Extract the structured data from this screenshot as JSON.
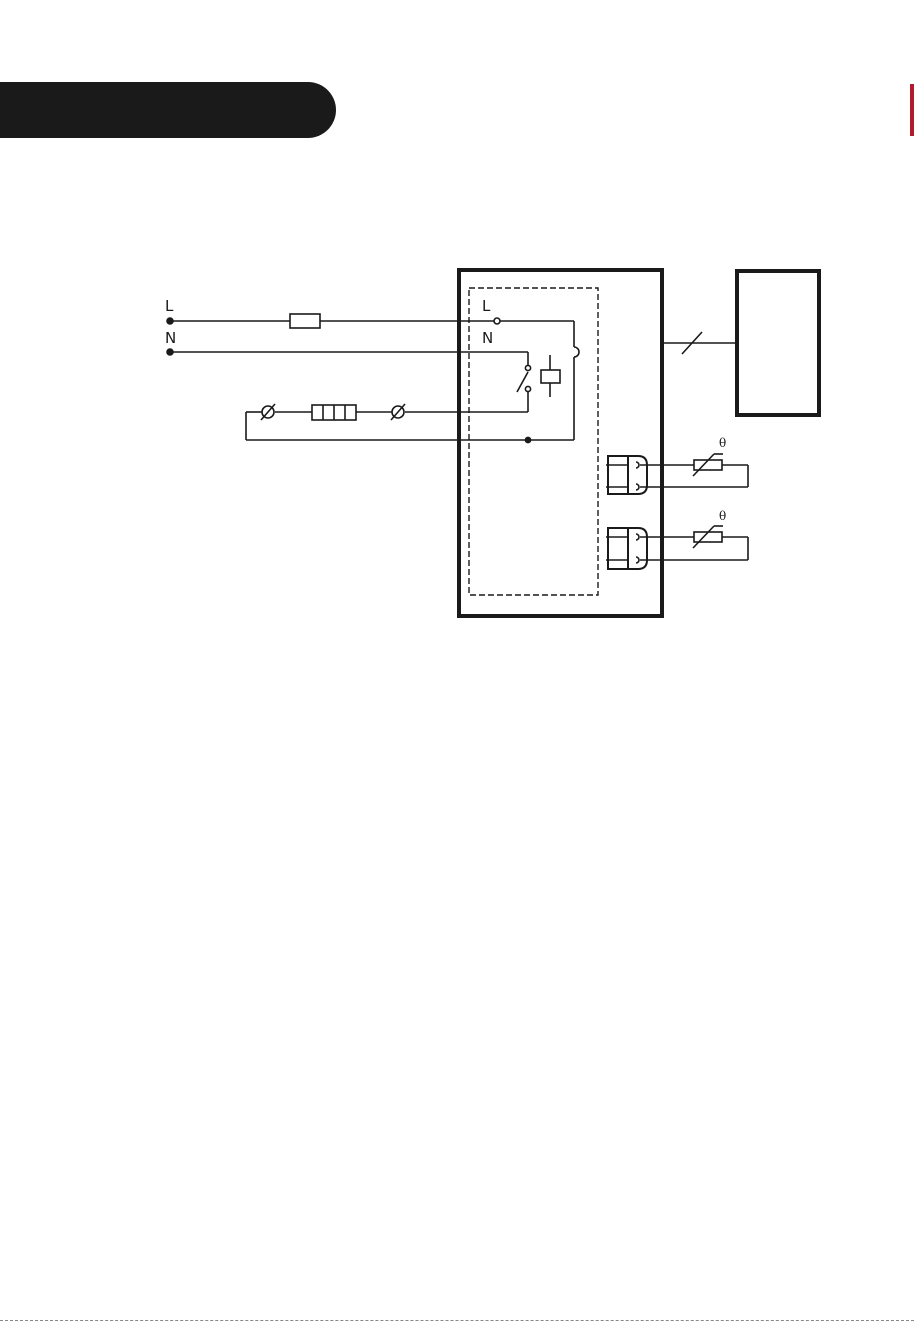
{
  "page": {
    "accent_color": "#b01c2e",
    "header_color": "#1a1a1a"
  },
  "diagram": {
    "supply_labels": {
      "line": "L",
      "neutral": "N"
    },
    "controller_labels": {
      "line": "L",
      "neutral": "N"
    },
    "sensor_symbol_1": "θ",
    "sensor_symbol_2": "θ",
    "components": [
      "fuse-icon",
      "relay-coil-icon",
      "switch-contact-icon",
      "heater-element-icon",
      "terminal-icon",
      "connector-icon",
      "thermistor-icon",
      "display-panel-icon"
    ]
  }
}
